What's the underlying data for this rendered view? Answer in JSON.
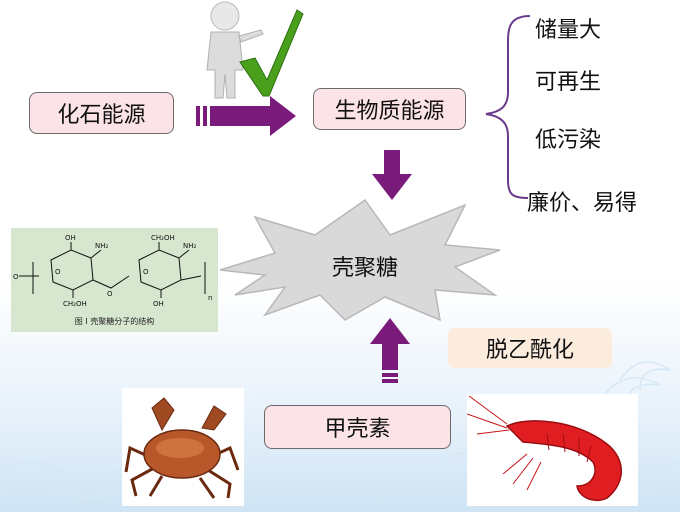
{
  "fossil_energy": "化石能源",
  "biomass_energy": "生物质能源",
  "properties": [
    "储量大",
    "可再生",
    "低污染",
    "廉价、易得"
  ],
  "chitosan": "壳聚糖",
  "deacetylation": "脱乙酰化",
  "chitin": "甲壳素",
  "structure": {
    "caption": "图 I   壳聚糖分子的结构",
    "labels": {
      "oh1": "OH",
      "nh2": "NH₂",
      "ch2oh1": "CH₂OH",
      "ch2oh2": "CH₂OH",
      "oh2": "OH",
      "nh2b": "NH₂",
      "o1": "O",
      "o2": "O",
      "o3": "O",
      "o4": "O",
      "n": "n"
    }
  },
  "colors": {
    "arrow": "#7a1a7a",
    "box_fill": "#fbe3e7",
    "check": "#4aa01c"
  }
}
